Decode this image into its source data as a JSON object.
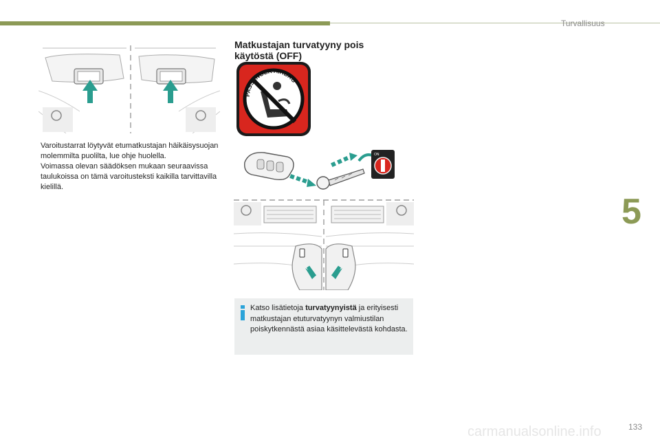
{
  "header": {
    "section_title": "Turvallisuus",
    "accent_color": "#8c9a56"
  },
  "chapter": {
    "number": "5"
  },
  "left_column": {
    "figure": "sun-visor-warning-labels",
    "paragraph_1": "Varoitustarrat löytyvät etumatkustajan häikäisysuojan molemmilta puolilta, lue ohje huolella.",
    "paragraph_2": "Voimassa olevan säädöksen mukaan seuraavissa taulukoissa on tämä varoitusteksti kaikilla tarvittavilla kielillä."
  },
  "right_column": {
    "heading": "Matkustajan turvatyyny pois käytöstä (OFF)",
    "airbag_label": {
      "text": "PASSENGER AIRBAG",
      "color": "#d8261e"
    },
    "figure_key": "key-insertion-switch",
    "figure_dashboard": "dashboard-airbag-switch-location",
    "info_box": {
      "icon": "info-icon",
      "text_before": "Katso lisätietoja ",
      "text_bold": "turvatyynyistä",
      "text_after": " ja erityisesti matkustajan etuturvatyynyn valmiustilan poiskytkennästä asiaa käsittelevästä kohdasta.",
      "accent_color": "#2aa3d9"
    }
  },
  "footer": {
    "page_number": "133",
    "watermark": "carmanualsonline.info"
  }
}
